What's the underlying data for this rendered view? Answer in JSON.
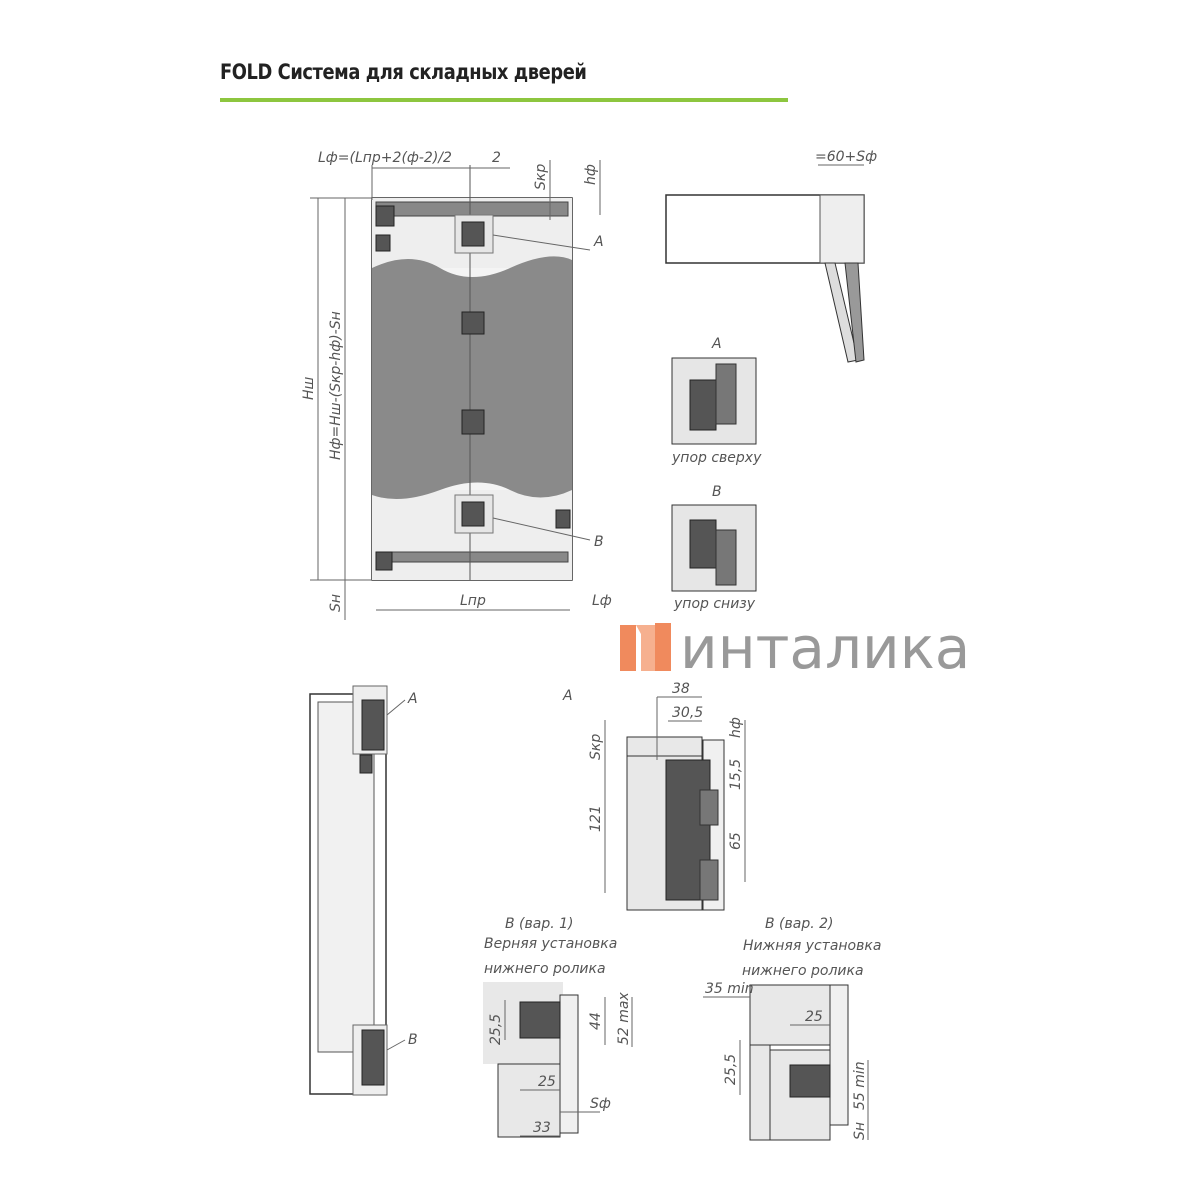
{
  "header": {
    "title": "FOLD Система для складных дверей",
    "accent_color": "#8dc63f"
  },
  "front_view": {
    "dim_lf_formula": "Lф=(Lпр+2(ф-2)/2",
    "dim_gap": "2",
    "dim_skr": "Sкр",
    "dim_hf": "hф",
    "dim_hsh": "Hш",
    "dim_hf_formula": "Hф=Hш-(Sкр-hф)-Sн",
    "dim_sn": "Sн",
    "dim_lpr": "Lпр",
    "dim_lf": "Lф",
    "callout_a": "A",
    "callout_b": "B"
  },
  "top_view": {
    "dim": "=60+Sф"
  },
  "details_small": [
    {
      "label": "A",
      "caption": "упор сверху"
    },
    {
      "label": "B",
      "caption": "упор снизу"
    }
  ],
  "side_view": {
    "callout_a": "A",
    "callout_b": "B"
  },
  "detail_a": {
    "label": "A",
    "d38": "38",
    "d30": "30,5",
    "skr": "Sкр",
    "hf": "hф",
    "d15": "15,5",
    "d121": "121",
    "d65": "65"
  },
  "detail_b1": {
    "label": "B (вар. 1)",
    "line1": "Верняя установка",
    "line2": "нижнего ролика",
    "d25_5": "25,5",
    "d44": "44",
    "d52": "52 max",
    "d25": "25",
    "sf": "Sф",
    "d33": "33"
  },
  "detail_b2": {
    "label": "B (вар. 2)",
    "line1": "Нижняя установка",
    "line2": "нижнего ролика",
    "d35": "35 min",
    "d25": "25",
    "d25_5": "25,5",
    "d55": "55 min",
    "sn": "Sн"
  },
  "watermark": {
    "text": "инталика",
    "brand_color": "#f08a5d"
  }
}
